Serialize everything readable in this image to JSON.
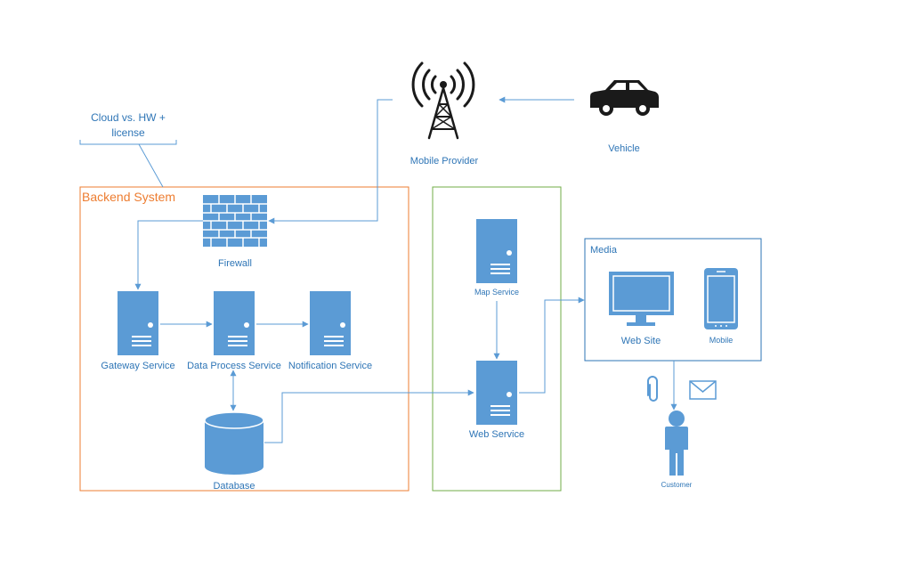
{
  "annotation": {
    "line1": "Cloud vs. HW +",
    "line2": "license"
  },
  "containers": {
    "backend": "Backend System",
    "media": "Media"
  },
  "nodes": {
    "mobile_provider": "Mobile Provider",
    "vehicle": "Vehicle",
    "firewall": "Firewall",
    "gateway": "Gateway Service",
    "data_process": "Data Process Service",
    "notification": "Notification Service",
    "database": "Database",
    "map_service": "Map Service",
    "web_service": "Web Service",
    "web_site": "Web Site",
    "mobile": "Mobile",
    "customer": "Customer"
  },
  "colors": {
    "node_fill": "#5b9bd5",
    "node_stroke": "#41719c",
    "connector": "#5b9bd5",
    "backend_border": "#ed7d31",
    "middle_border": "#70ad47",
    "media_border": "#2e75b6",
    "label_text": "#2e75b6",
    "icon_dark": "#1a1a1a"
  },
  "icons": {
    "tower": "radio-tower-icon",
    "vehicle": "car-icon",
    "firewall": "brick-wall-icon",
    "server": "server-tower-icon",
    "database": "database-cylinder-icon",
    "monitor": "monitor-icon",
    "phone": "smartphone-icon",
    "attachment": "paperclip-icon",
    "email": "envelope-icon",
    "person": "person-icon"
  }
}
